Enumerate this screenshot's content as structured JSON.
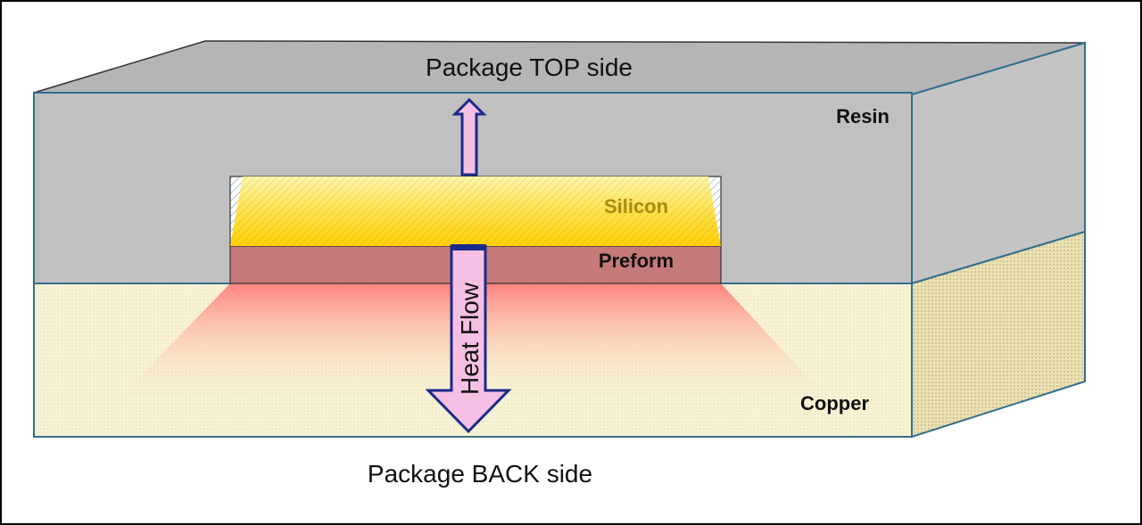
{
  "labels": {
    "top_side": "Package TOP side",
    "back_side": "Package BACK side",
    "resin": "Resin",
    "silicon": "Silicon",
    "preform": "Preform",
    "copper": "Copper",
    "heat_flow": "Heat Flow"
  },
  "colors": {
    "resin": "#c0c0c0",
    "resin_side": "#c4c4c4",
    "copper": "#f8f3d6",
    "copper_side": "#ece1b3",
    "preform": "#c8797a",
    "silicon_top": "#fff07a",
    "silicon_bottom": "#ffd400",
    "heat_glow": "#ff6a6a",
    "edge_blue": "#2e6f8f",
    "arrow_fill": "#f6bfe4",
    "arrow_stroke": "#1a2a8a"
  }
}
